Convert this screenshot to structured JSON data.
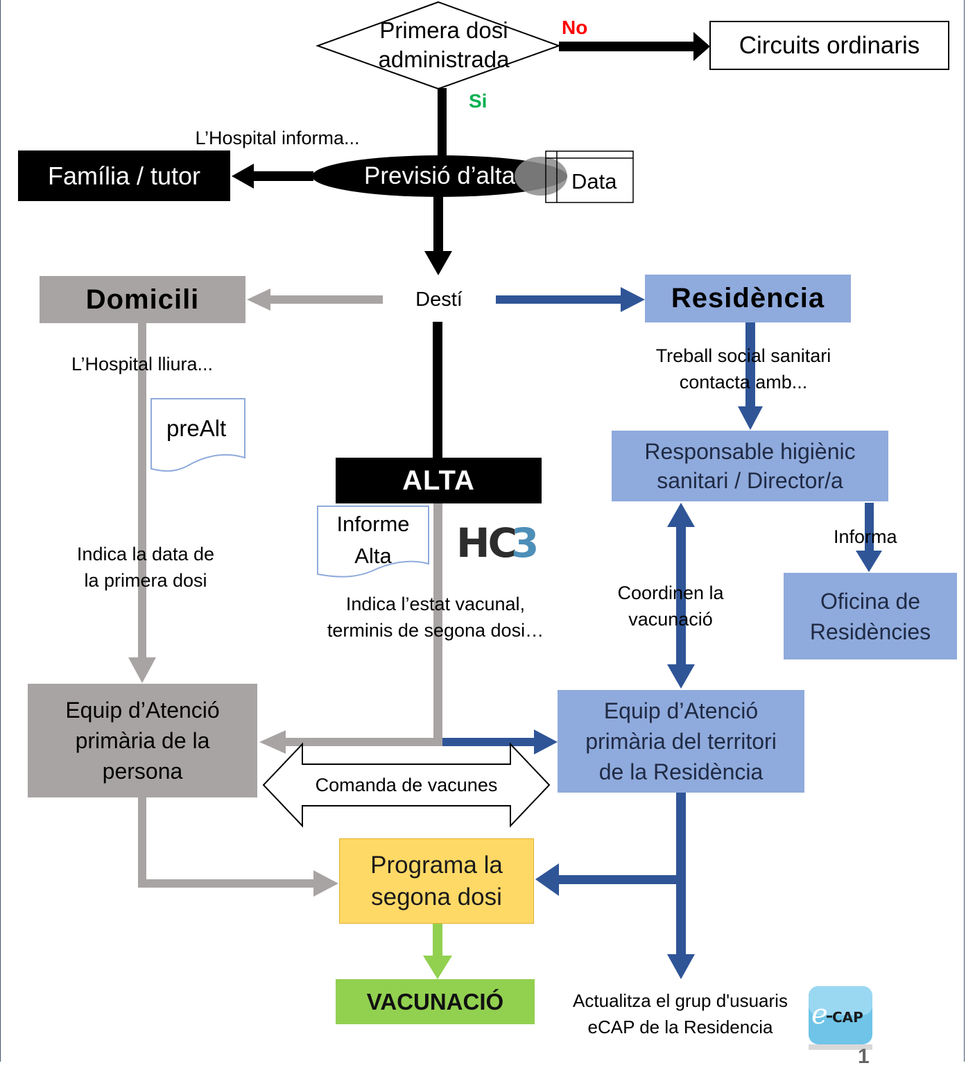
{
  "decision": {
    "text": "Primera dosi administrada",
    "no_label": "No",
    "si_label": "Si"
  },
  "circuits": "Circuits ordinaris",
  "hospital_informa": "L’Hospital informa...",
  "familia": "Família / tutor",
  "previsio": "Previsió d’alta",
  "data_doc": "Data",
  "desti": "Destí",
  "domicili": "Domicili",
  "residencia": "Residència",
  "hospital_lliura": "L’Hospital lliura...",
  "prealt": "preAlt",
  "treball_social": "Treball social sanitari\ncontacta amb...",
  "responsable": "Responsable higiènic\nsanitari / Director/a",
  "alta": "ALTA",
  "informe_alta": "Informe\nAlta",
  "hc3_logo": "HC3",
  "informa": "Informa",
  "indica_data": "Indica la data de\nla primera dosi",
  "coordinen": "Coordinen la\nvacunació",
  "oficina": "Oficina de\nResidències",
  "indica_estat": "Indica l’estat vacunal,\nterminis de segona dosi…",
  "eap_persona": "Equip d’Atenció\nprimària de la\npersona",
  "eap_territori": "Equip d’Atenció\nprimària del territori\nde la Residència",
  "comanda": "Comanda de vacunes",
  "programa": "Programa la\nsegona dosi",
  "vacunacio": "VACUNACIÓ",
  "actualitza": "Actualitza el grup d'usuaris\neCAP de la Residencia",
  "ecap_logo": "e-CAP",
  "page_number": "1",
  "colors": {
    "grey": "#a8a4a3",
    "blue": "#2f5597",
    "light_blue": "#8faadc",
    "green": "#92d050",
    "yellow": "#ffd966",
    "red": "#ff0000",
    "si_green": "#00b050"
  }
}
